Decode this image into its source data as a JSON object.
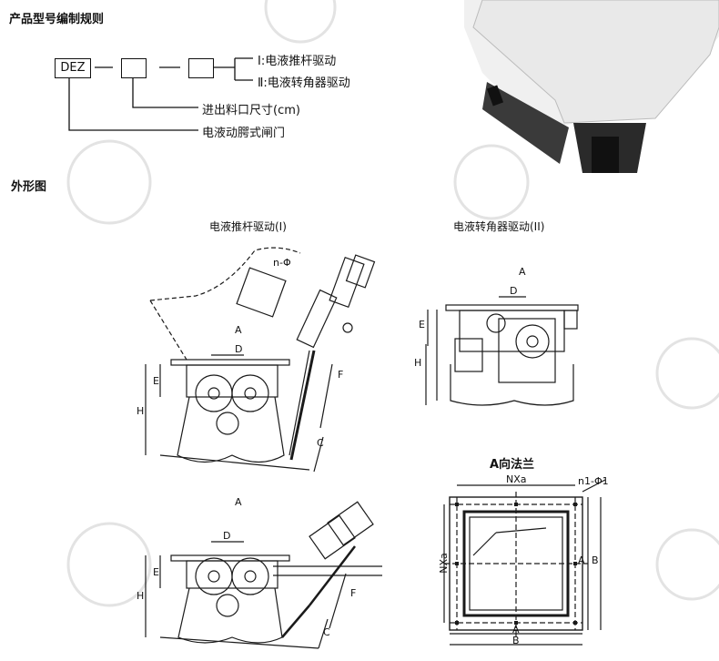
{
  "section_model_title": "产品型号编制规则",
  "model": {
    "box_code": "DEZ",
    "drive_1_label": "Ⅰ:电液推杆驱动",
    "drive_2_label": "Ⅱ:电液转角器驱动",
    "size_label": "进出料口尺寸(cm)",
    "type_label": "电液动腭式闸门"
  },
  "section_outline_title": "外形图",
  "views": {
    "view_1_title": "电液推杆驱动(I)",
    "view_2_title": "电液转角器驱动(II)",
    "flange_title": "A向法兰"
  },
  "dims": {
    "n_phi": "n-Φ",
    "A": "A",
    "B": "B",
    "C": "C",
    "D": "D",
    "E": "E",
    "F": "F",
    "H": "H",
    "NXa": "NXa",
    "n1_phi1": "n1-Φ1"
  },
  "colors": {
    "line": "#1a1a1a",
    "watermark": "#d8d8d8",
    "photo_dark": "#2a2a2a",
    "photo_light": "#e6e6e6"
  }
}
